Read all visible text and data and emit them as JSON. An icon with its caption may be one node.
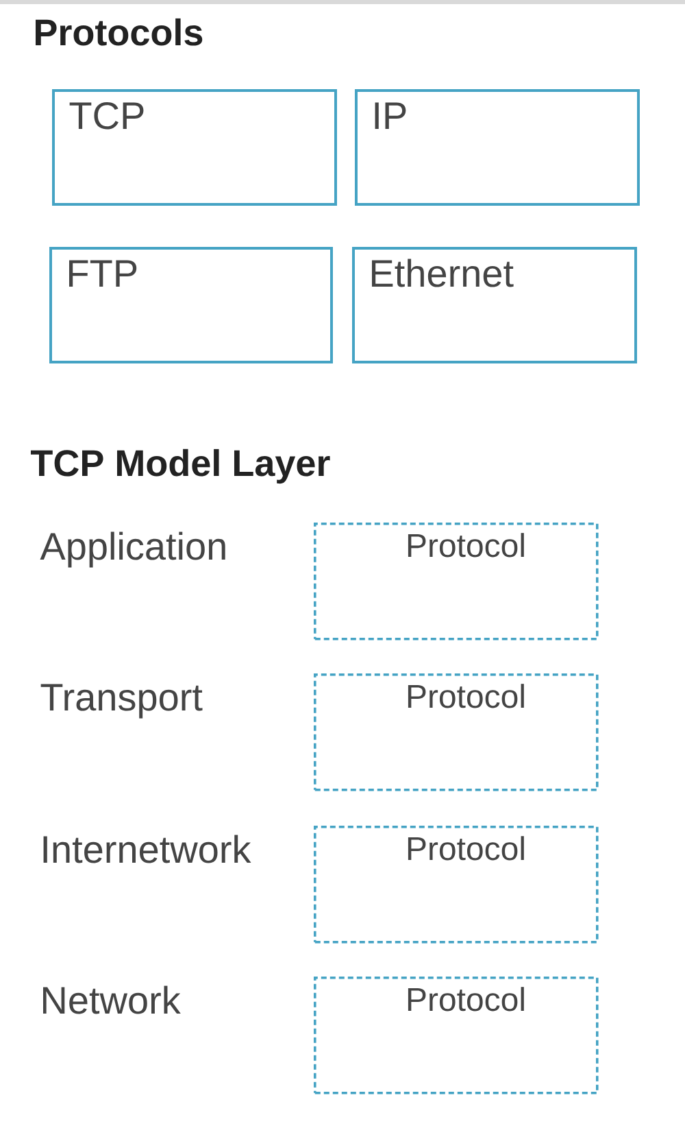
{
  "diagram": {
    "title": "Protocols",
    "nodes": [
      {
        "text": [
          "TCP"
        ]
      },
      {
        "text": [
          "IP"
        ]
      },
      {
        "text": [
          "FTP"
        ]
      },
      {
        "text": [
          "Ethernet"
        ]
      },
      {
        "text": [
          "Protocol"
        ],
        "beside": [
          "Application"
        ]
      },
      {
        "text": [
          "Protocol"
        ],
        "beside": [
          "Transport"
        ]
      },
      {
        "text": [
          "Protocol"
        ],
        "beside": [
          "Internetwork"
        ]
      },
      {
        "text": [
          "Protocol"
        ],
        "beside": [
          "Network"
        ]
      }
    ],
    "labels": [
      "TCP Model Layer"
    ]
  }
}
